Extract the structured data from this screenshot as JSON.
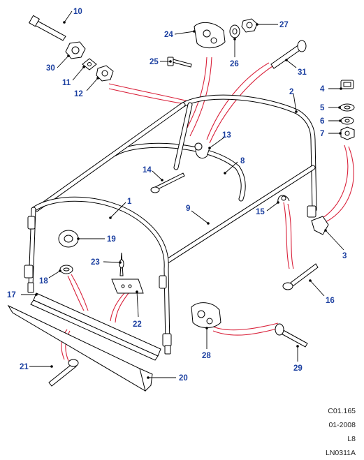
{
  "callouts": [
    "1",
    "2",
    "3",
    "4",
    "5",
    "6",
    "7",
    "8",
    "9",
    "10",
    "11",
    "12",
    "13",
    "14",
    "15",
    "16",
    "17",
    "18",
    "19",
    "20",
    "21",
    "22",
    "23",
    "24",
    "25",
    "26",
    "27",
    "28",
    "29",
    "30",
    "31"
  ],
  "reference": {
    "line1": "C01.165",
    "line2": "01-2008",
    "line3": "L8",
    "line4": "LN0311A"
  },
  "colors": {
    "callout": "#1b3fa0",
    "association_line": "#d9213a",
    "line_art": "#000000"
  }
}
